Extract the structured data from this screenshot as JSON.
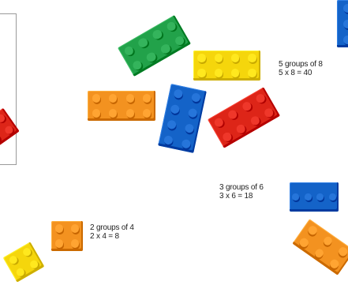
{
  "labels": {
    "five_by_eight": {
      "line1": "5 groups of 8",
      "line2": "5 x 8 = 40"
    },
    "three_by_six": {
      "line1": "3 groups of 6",
      "line2": "3 x 6 = 18"
    },
    "two_by_four": {
      "line1": "2 groups of 4",
      "line2": "2 x 4 = 8"
    }
  },
  "colors": {
    "green": "#22a24a",
    "yellow": "#f5d60c",
    "orange": "#f39220",
    "blue": "#1463c8",
    "red": "#dd2518",
    "frame": "#9a9a9a"
  }
}
